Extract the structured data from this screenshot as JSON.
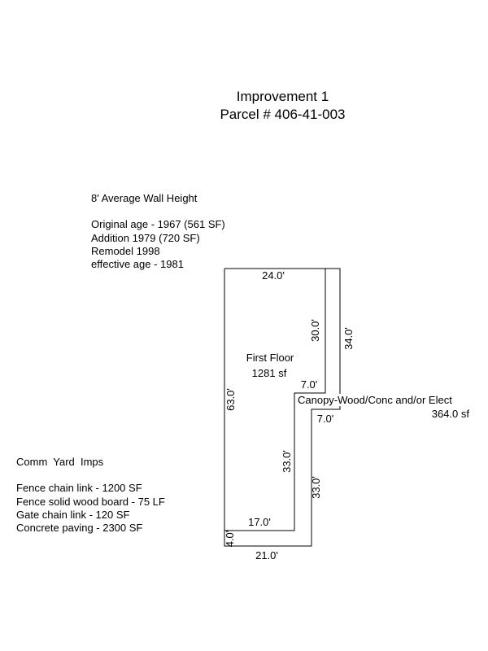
{
  "header": {
    "title": "Improvement 1",
    "parcel": "Parcel # 406-41-003"
  },
  "notes": {
    "wall_height": "8' Average Wall Height",
    "original_age": "Original age - 1967 (561 SF)",
    "addition": "Addition 1979 (720 SF)",
    "remodel": "Remodel 1998",
    "effective_age": "effective age - 1981"
  },
  "yard": {
    "heading": "Comm  Yard  Imps",
    "items": [
      "Fence chain link - 1200 SF",
      "Fence solid wood board - 75 LF",
      "Gate chain link - 120 SF",
      "Concrete paving - 2300 SF"
    ]
  },
  "sketch": {
    "first_floor": {
      "label": "First Floor",
      "area": "1281 sf"
    },
    "canopy": {
      "label": "Canopy-Wood/Conc and/or Elect",
      "area": "364.0 sf"
    },
    "dimensions": {
      "top": "24.0'",
      "left": "63.0'",
      "bottom": "21.0'",
      "inner_right_upper": "30.0'",
      "outer_right_upper": "34.0'",
      "step_upper": "7.0'",
      "step_lower": "7.0'",
      "inner_right_lower": "33.0'",
      "outer_right_lower": "33.0'",
      "inner_bottom": "17.0'",
      "bottom_left": "4.0'"
    }
  }
}
